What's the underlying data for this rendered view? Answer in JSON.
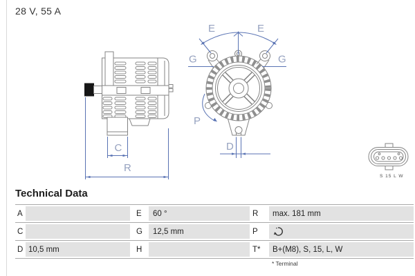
{
  "page": {
    "title": "28 V, 55 A"
  },
  "drawing": {
    "dimension_labels": {
      "C": "C",
      "R": "R",
      "D": "D",
      "P": "P",
      "E_left": "E",
      "E_right": "E",
      "G_left": "G",
      "G_right": "G"
    },
    "connector_label": "S 15 L W",
    "connector_pin_count": 5,
    "colors": {
      "outline_gray": "#838383",
      "dimension_blue": "#5872b3",
      "label_blue_gray": "#95a1bf",
      "table_cell_gray": "#e2e2e2"
    }
  },
  "table": {
    "title": "Technical Data",
    "rows": [
      [
        {
          "key": "A",
          "value": ""
        },
        {
          "key": "E",
          "value": "60 °"
        },
        {
          "key": "R",
          "value": "max. 181 mm"
        }
      ],
      [
        {
          "key": "C",
          "value": ""
        },
        {
          "key": "G",
          "value": "12,5 mm"
        },
        {
          "key": "P",
          "value": "",
          "icon": "rotation-direction-icon"
        }
      ],
      [
        {
          "key": "D",
          "value": "10,5 mm"
        },
        {
          "key": "H",
          "value": ""
        },
        {
          "key": "T*",
          "value": "B+(M8), S, 15, L, W"
        }
      ]
    ],
    "footnote": "* Terminal"
  }
}
